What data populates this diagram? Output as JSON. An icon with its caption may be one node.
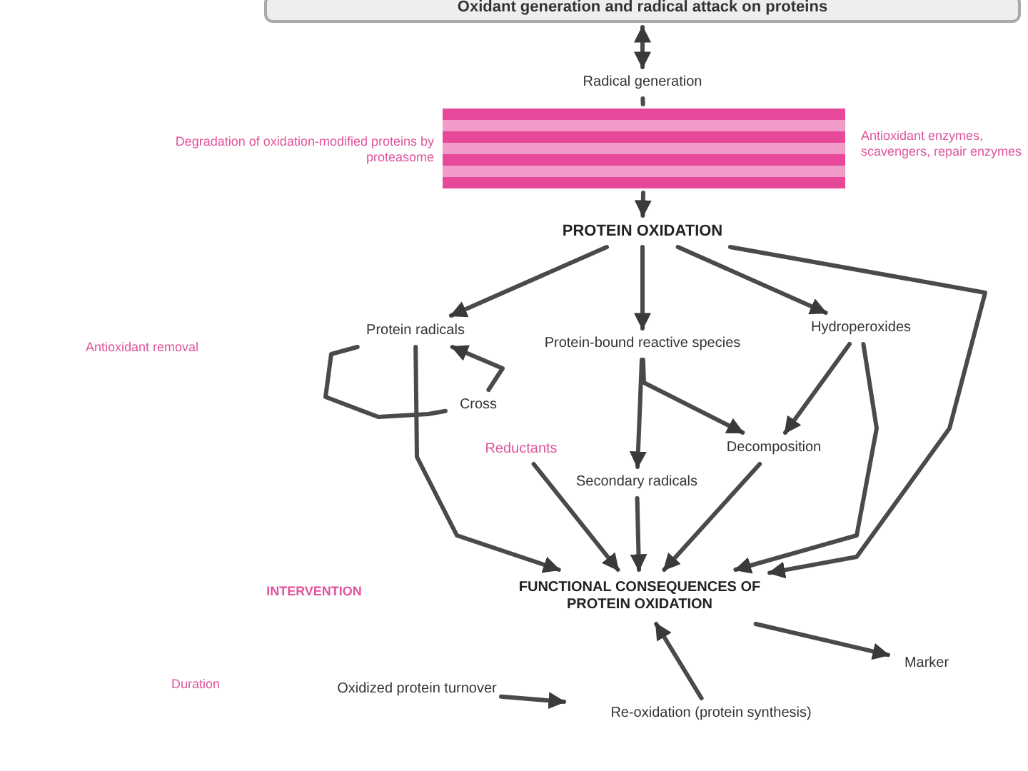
{
  "diagram": {
    "nodes": [
      {
        "text": [
          "Oxidant generation and radical attack on proteins"
        ]
      },
      {
        "text": [
          "Radical generation"
        ]
      },
      {
        "text": [],
        "shape": "bar"
      },
      {
        "text": [
          "PROTEIN OXIDATION"
        ]
      },
      {
        "text": [
          "Protein radicals"
        ]
      },
      {
        "text": [
          "Protein-bound reactive species"
        ]
      },
      {
        "text": [
          "Hydroperoxides"
        ]
      },
      {
        "text": [
          "Cross"
        ]
      },
      {
        "text": [
          "Reductants"
        ]
      },
      {
        "text": [
          "Decomposition"
        ]
      },
      {
        "text": [
          "Secondary radicals"
        ]
      },
      {
        "text": [
          "FUNCTIONAL CONSEQUENCES OF PROTEIN OXIDATION"
        ]
      },
      {
        "text": [
          "Marker"
        ]
      },
      {
        "text": [
          "Oxidized protein turnover"
        ]
      },
      {
        "text": [
          "Re-oxidation (protein synthesis)"
        ]
      }
    ],
    "edges": [
      {
        "from": 0,
        "to": 1,
        "arrow": "both"
      },
      {
        "from": 1,
        "to": 2,
        "arrow": "none"
      },
      {
        "from": 2,
        "to": 3,
        "arrow": "to"
      },
      {
        "from": 3,
        "to": 4,
        "arrow": "to"
      },
      {
        "from": 3,
        "to": 5,
        "arrow": "to"
      },
      {
        "from": 3,
        "to": 6,
        "arrow": "to"
      },
      {
        "from": 3,
        "to": 11,
        "arrow": "to"
      },
      {
        "from": 4,
        "to": 7,
        "arrow": "none"
      },
      {
        "from": 7,
        "to": 4,
        "arrow": "to"
      },
      {
        "from": 4,
        "to": 11,
        "arrow": "to"
      },
      {
        "from": 5,
        "to": 10,
        "arrow": "to"
      },
      {
        "from": 5,
        "to": 9,
        "arrow": "to"
      },
      {
        "from": 6,
        "to": 9,
        "arrow": "to"
      },
      {
        "from": 6,
        "to": 11,
        "arrow": "to"
      },
      {
        "from": 8,
        "to": 11,
        "arrow": "to"
      },
      {
        "from": 9,
        "to": 11,
        "arrow": "to"
      },
      {
        "from": 10,
        "to": 11,
        "arrow": "to"
      },
      {
        "from": 14,
        "to": 11,
        "arrow": "to"
      },
      {
        "from": 11,
        "to": 12,
        "arrow": "to"
      },
      {
        "from": 13,
        "to": 14,
        "arrow": "to"
      }
    ],
    "labels": [
      "Degradation of oxidation-modified proteins by proteasome",
      "Antioxidant enzymes, scavengers, repair enzymes",
      "Antioxidant removal",
      "INTERVENTION",
      "Duration"
    ]
  }
}
